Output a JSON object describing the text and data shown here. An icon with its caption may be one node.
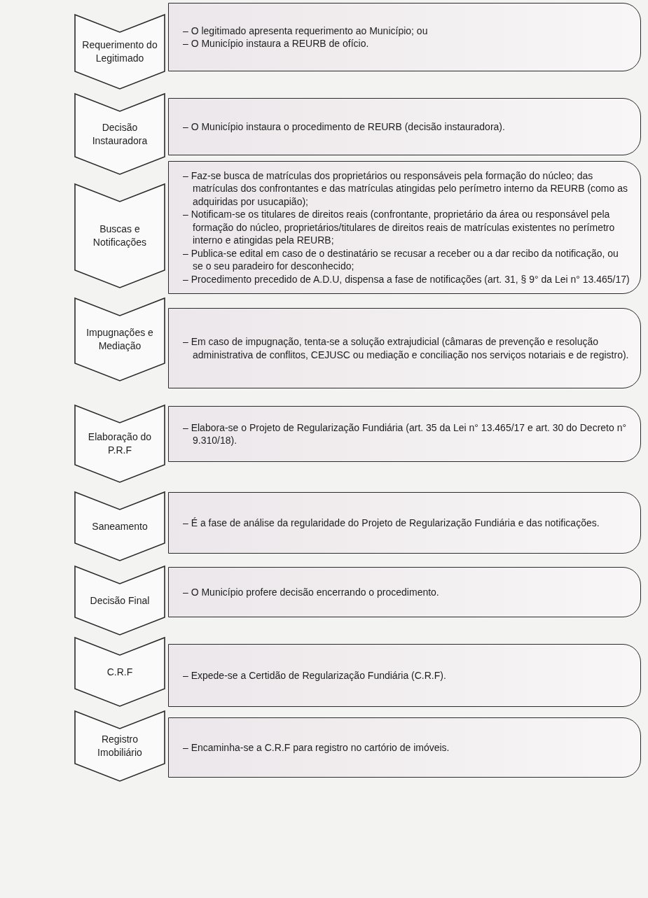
{
  "diagram": {
    "nodes": [
      {
        "text": [
          "Requerimento do Legitimado"
        ]
      },
      {
        "text": [
          "– O legitimado apresenta requerimento ao Município; ou",
          "– O Município instaura a REURB de ofício."
        ]
      },
      {
        "text": [
          "Decisão Instauradora"
        ]
      },
      {
        "text": [
          "– O Município instaura o procedimento de REURB (decisão instauradora)."
        ]
      },
      {
        "text": [
          "Buscas e Notificações"
        ]
      },
      {
        "text": [
          "– Faz-se busca de matrículas dos proprietários ou responsáveis pela formação do núcleo; das matrículas dos confrontantes e das matrículas atingidas pelo perímetro interno da REURB (como as adquiridas por usucapião);",
          "– Notificam-se os titulares de direitos reais (confrontante, proprietário da área ou responsável pela formação do núcleo, proprietários/titulares de direitos reais de matrículas existentes no perímetro interno e atingidas pela REURB;",
          "– Publica-se edital em caso de o destinatário se recusar a receber ou a dar recibo da notificação, ou se o seu paradeiro for desconhecido;",
          "– Procedimento precedido de A.D.U, dispensa a fase de notificações (art. 31, § 9° da Lei n° 13.465/17)"
        ]
      },
      {
        "text": [
          "Impugnações e Mediação"
        ]
      },
      {
        "text": [
          "– Em caso de impugnação, tenta-se a solução extrajudicial (câmaras de prevenção e resolução administrativa de conflitos, CEJUSC ou mediação e conciliação nos serviços notariais e de registro)."
        ]
      },
      {
        "text": [
          "Elaboração do P.R.F"
        ]
      },
      {
        "text": [
          "– Elabora-se o Projeto de Regularização Fundiária (art. 35 da Lei n° 13.465/17 e art. 30 do Decreto n° 9.310/18)."
        ]
      },
      {
        "text": [
          "Saneamento"
        ]
      },
      {
        "text": [
          "– É a fase de análise da regularidade do Projeto de Regularização Fundiária e das notificações."
        ]
      },
      {
        "text": [
          "Decisão Final"
        ]
      },
      {
        "text": [
          "– O Município profere decisão encerrando o procedimento."
        ]
      },
      {
        "text": [
          "C.R.F"
        ]
      },
      {
        "text": [
          "– Expede-se a Certidão de Regularização Fundiária (C.R.F)."
        ]
      },
      {
        "text": [
          "Registro Imobiliário"
        ]
      },
      {
        "text": [
          "– Encaminha-se a C.R.F para registro no cartório de imóveis."
        ]
      }
    ]
  }
}
